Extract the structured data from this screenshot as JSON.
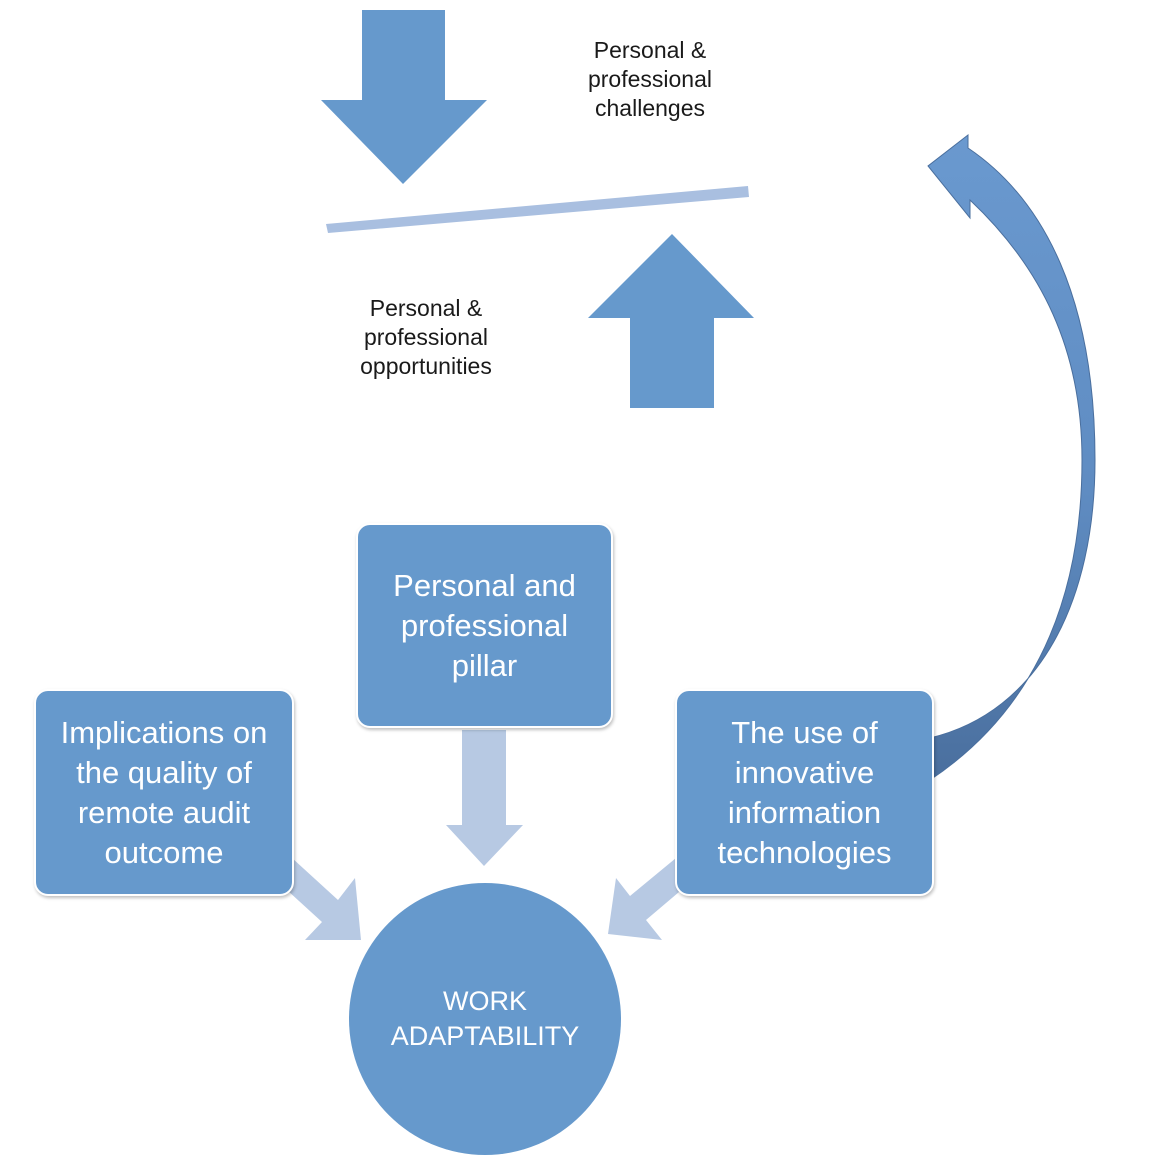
{
  "colors": {
    "shape_fill": "#6699cc",
    "light_arrow": "#b7c9e3",
    "balance_bar": "#a9bfe0",
    "curved_arrow_dark": "#4f74a3",
    "text_dark": "#1a1a1a",
    "text_light": "#ffffff"
  },
  "labels": {
    "challenges": [
      "Personal &",
      "professional",
      "challenges"
    ],
    "opportunities": [
      "Personal &",
      "professional",
      "opportunities"
    ]
  },
  "boxes": {
    "pillar": [
      "Personal and",
      "professional",
      "pillar"
    ],
    "implications": [
      "Implications on",
      "the quality of",
      "remote audit",
      "outcome"
    ],
    "technologies": [
      "The use of",
      "innovative",
      "information",
      "technologies"
    ]
  },
  "center": [
    "WORK",
    "ADAPTABILITY"
  ],
  "icons": {
    "down_arrow": "down-arrow-icon",
    "up_arrow": "up-arrow-icon",
    "curved_arrow": "curved-arrow-icon"
  }
}
